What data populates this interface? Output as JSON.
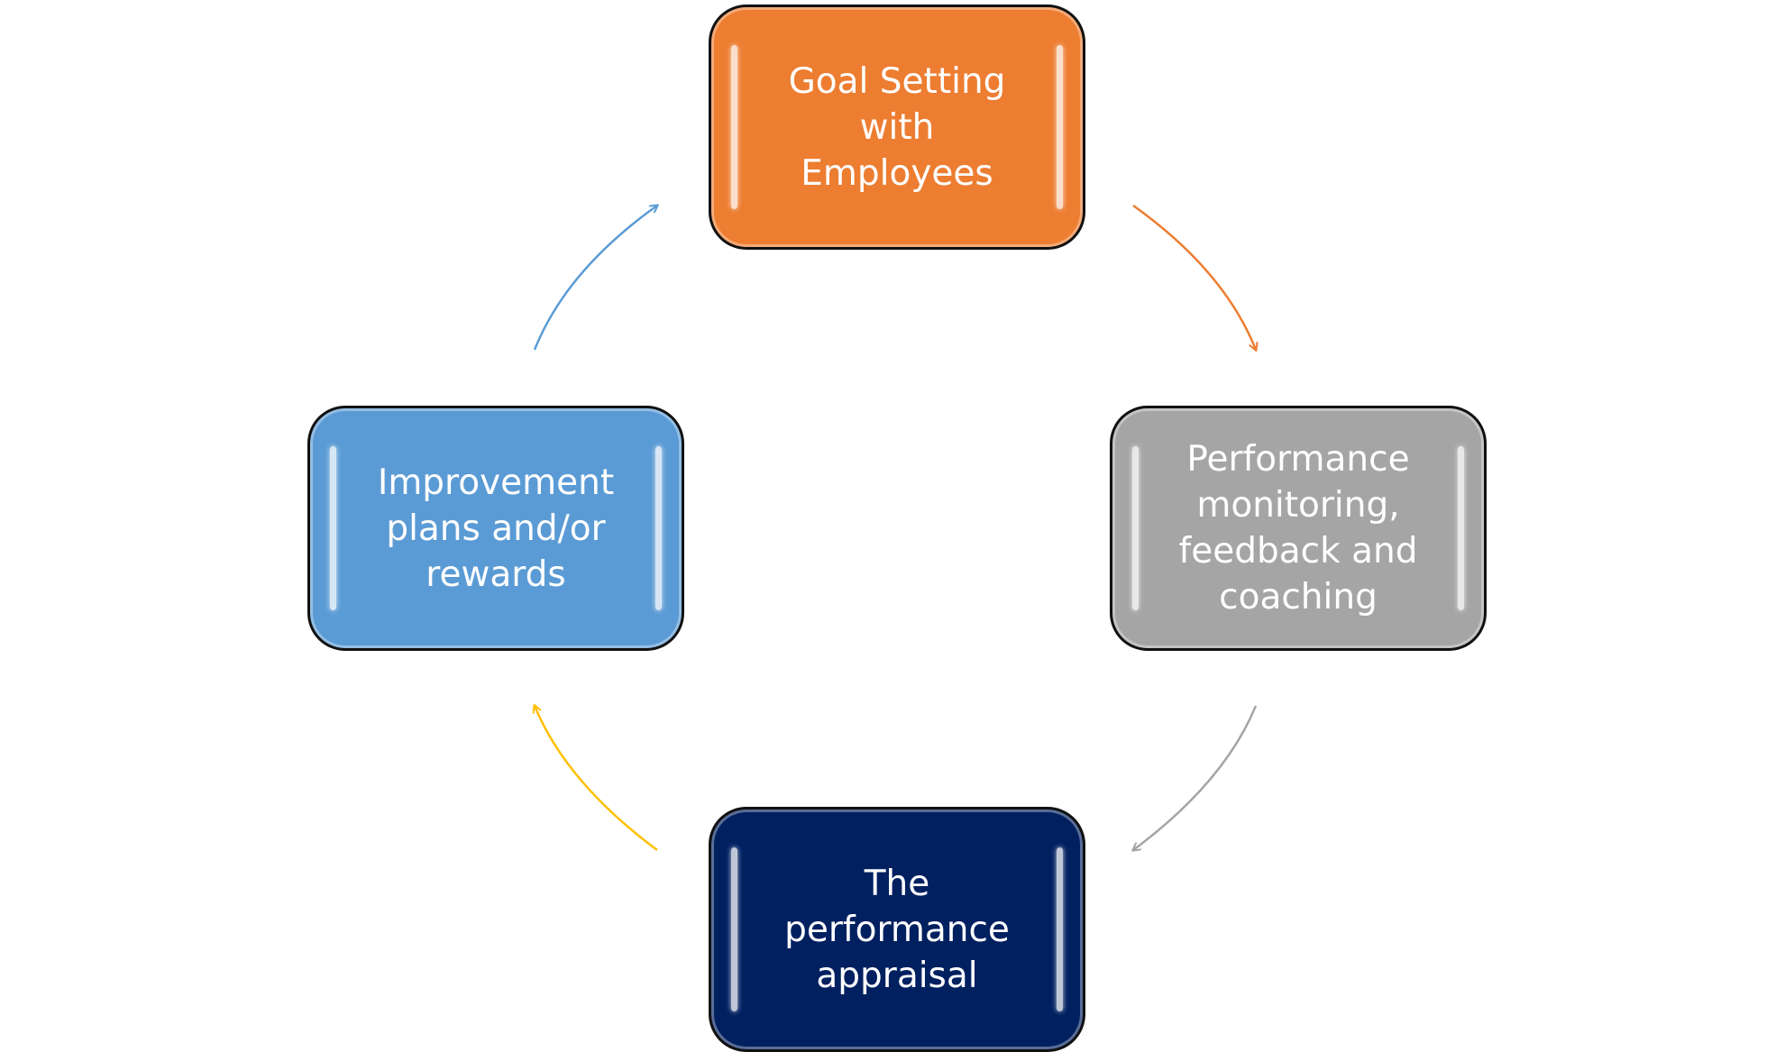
{
  "diagram": {
    "nodes": [
      {
        "id": "goal",
        "lines": [
          "Goal Setting with",
          "Employees"
        ],
        "color": "#ED7D31"
      },
      {
        "id": "monitor",
        "lines": [
          "Performance",
          "monitoring,",
          "feedback and",
          "coaching"
        ],
        "color": "#A5A5A5"
      },
      {
        "id": "appraisal",
        "lines": [
          "The performance",
          "appraisal"
        ],
        "color": "#002060"
      },
      {
        "id": "improve",
        "lines": [
          "Improvement",
          "plans and/or",
          "rewards"
        ],
        "color": "#5B9BD5"
      }
    ],
    "arrows": [
      {
        "from": "goal",
        "to": "monitor",
        "color": "#ED7D31"
      },
      {
        "from": "monitor",
        "to": "appraisal",
        "color": "#A5A5A5"
      },
      {
        "from": "appraisal",
        "to": "improve",
        "color": "#FFC000"
      },
      {
        "from": "improve",
        "to": "goal",
        "color": "#5B9BD5"
      }
    ]
  }
}
